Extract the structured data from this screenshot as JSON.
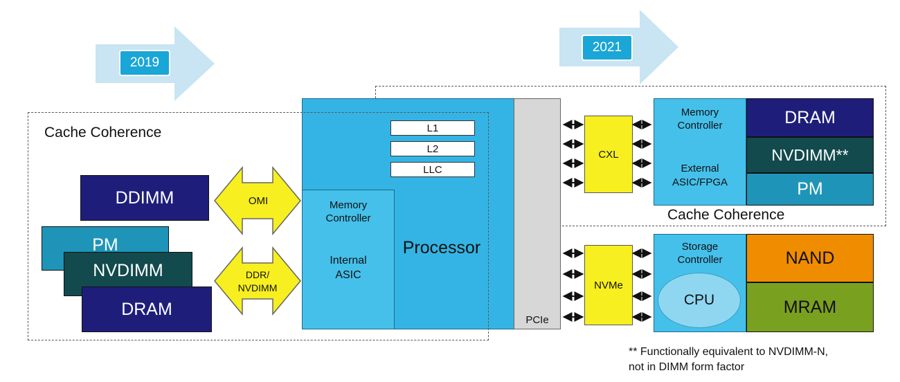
{
  "timeline": {
    "left_year": "2019",
    "right_year": "2021"
  },
  "left": {
    "cache_label": "Cache Coherence",
    "modules": [
      "DDIMM",
      "PM",
      "NVDIMM",
      "DRAM"
    ],
    "omi_label": "OMI",
    "ddr_label_1": "DDR/",
    "ddr_label_2": "NVDIMM"
  },
  "processor": {
    "caches": [
      "L1",
      "L2",
      "LLC"
    ],
    "mem_controller_1": "Memory",
    "mem_controller_2": "Controller",
    "internal_asic_1": "Internal",
    "internal_asic_2": "ASIC",
    "title": "Processor",
    "pcie": "PCIe"
  },
  "right": {
    "cxl_label": "CXL",
    "nvme_label": "NVMe",
    "cxl_device": {
      "mc_1": "Memory",
      "mc_2": "Controller",
      "ext_1": "External",
      "ext_2": "ASIC/FPGA",
      "media": [
        "DRAM",
        "NVDIMM**",
        "PM"
      ],
      "cache_label": "Cache Coherence"
    },
    "nvme_device": {
      "sc_1": "Storage",
      "sc_2": "Controller",
      "cpu": "CPU",
      "media": [
        "NAND",
        "MRAM"
      ]
    },
    "footnote_1": "** Functionally equivalent to NVDIMM-N,",
    "footnote_2": "not in DIMM form factor"
  },
  "colors": {
    "dark_blue": "#1e1e7a",
    "teal": "#1e95b8",
    "dark_teal": "#124a4e",
    "sky": "#34b4e4",
    "yellow": "#f7ef1f",
    "orange": "#f08c00",
    "green": "#7aa020",
    "arrow_light": "#c9e4f2"
  }
}
